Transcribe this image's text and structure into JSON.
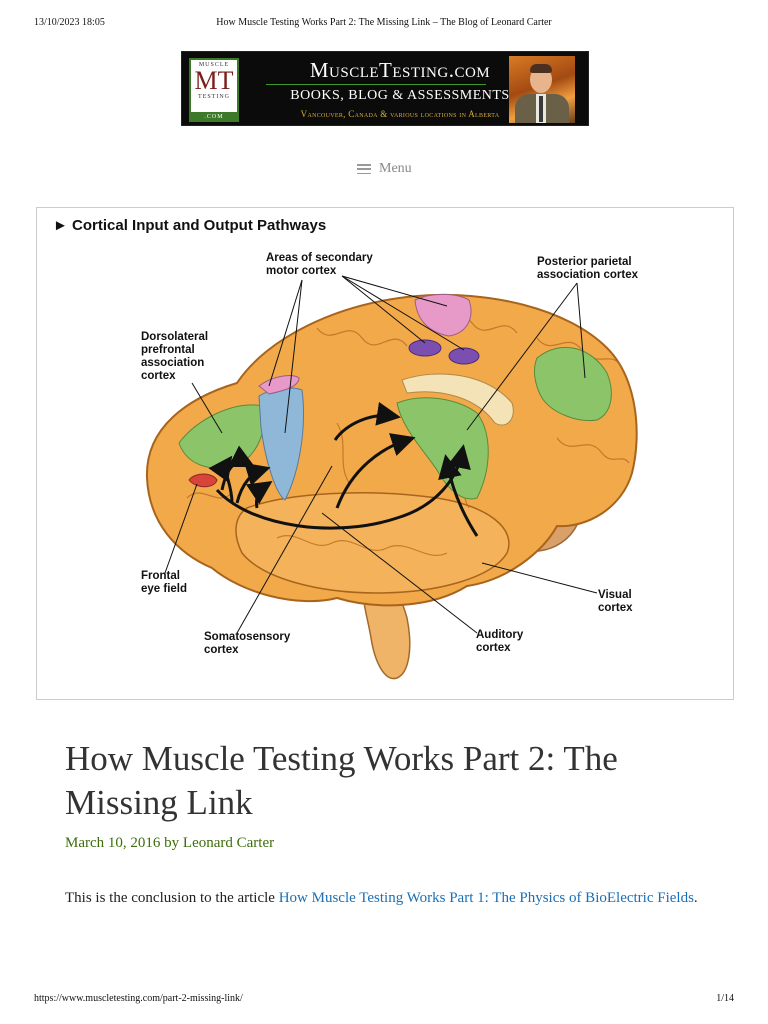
{
  "print_header": {
    "datetime": "13/10/2023 18:05",
    "title": "How Muscle Testing Works Part 2: The Missing Link – The Blog of Leonard Carter"
  },
  "banner": {
    "logo_top": "MUSCLE",
    "logo_mark": "MT",
    "logo_bottom": "TESTING",
    "logo_domain": ".COM",
    "site_name": "MuscleTesting.com",
    "tagline": "BOOKS, BLOG & ASSESSMENTS",
    "location": "Vancouver, Canada & various locations in Alberta"
  },
  "nav": {
    "menu_label": "Menu"
  },
  "figure": {
    "title": "Cortical Input and Output Pathways",
    "labels": {
      "secondary_motor": "Areas of secondary\nmotor cortex",
      "posterior_parietal": "Posterior parietal\nassociation cortex",
      "dorsolateral": "Dorsolateral\nprefrontal\nassociation\ncortex",
      "frontal_eye": "Frontal\neye field",
      "somatosensory": "Somatosensory\ncortex",
      "auditory": "Auditory\ncortex",
      "visual": "Visual\ncortex"
    },
    "colors": {
      "brain": "#f2a94a",
      "association_green": "#8cc46a",
      "motor_blue": "#8fb8d8",
      "motor_pink": "#e79ac8",
      "motor_purple": "#7a4fb0",
      "eye_field_red": "#d8443a"
    }
  },
  "article": {
    "title": "How Muscle Testing Works Part 2: The Missing Link",
    "date": "March 10, 2016",
    "by": "by",
    "author": "Leonard Carter",
    "intro_text": "This is the conclusion to the article ",
    "intro_link": "How Muscle Testing Works Part 1: The Physics of BioElectric Fields",
    "intro_end": "."
  },
  "print_footer": {
    "url": "https://www.muscletesting.com/part-2-missing-link/",
    "page": "1/14"
  }
}
